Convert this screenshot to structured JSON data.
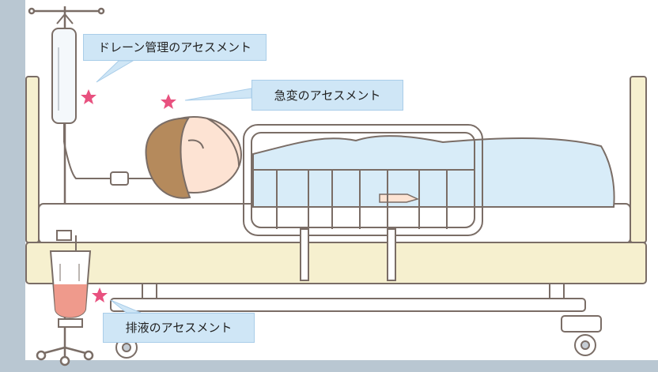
{
  "callouts": {
    "drain_assessment": "ドレーン管理のアセスメント",
    "sudden_change_assessment": "急変のアセスメント",
    "drainage_assessment": "排液のアセスメント"
  },
  "colors": {
    "wall": "#b9c7d2",
    "bed_frame": "#f6f0cf",
    "outline": "#7a6d66",
    "blanket": "#d8ecf8",
    "callout_fill": "#cfe6f6",
    "star": "#e8517f",
    "hair": "#b58a5c",
    "skin": "#fde3d3",
    "drainage_fluid": "#ef9a8c"
  },
  "icons": [
    "star-icon",
    "star-icon",
    "star-icon"
  ]
}
